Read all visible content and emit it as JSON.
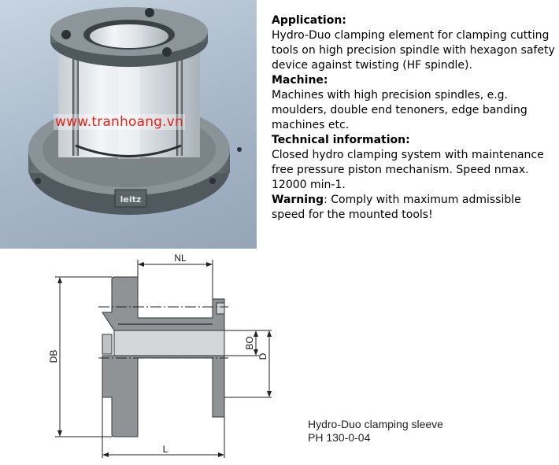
{
  "photo": {
    "watermark": "www.tranhoang.vn",
    "logo_text": "leitz"
  },
  "info": {
    "application_heading": "Application:",
    "application_text": "Hydro-Duo clamping element for clamping cutting tools on high precision spindle with hexagon safety device against twisting (HF spindle).",
    "machine_heading": "Machine:",
    "machine_text": "Machines with high precision spindles, e.g. moulders, double end tenoners, edge banding machines etc.",
    "technical_heading": "Technical information:",
    "technical_text": "Closed hydro clamping system with maintenance free pressure piston mechanism. Speed nmax. 12000 min-1.",
    "warning_heading": "Warning",
    "warning_text": ": Comply with maximum admissible speed for the mounted tools!"
  },
  "drawing": {
    "label_nl": "NL",
    "label_db": "DB",
    "label_bo": "BO",
    "label_d": "D",
    "label_l": "L"
  },
  "caption": {
    "line1": "Hydro-Duo clamping sleeve",
    "line2": "PH 130-0-04"
  }
}
